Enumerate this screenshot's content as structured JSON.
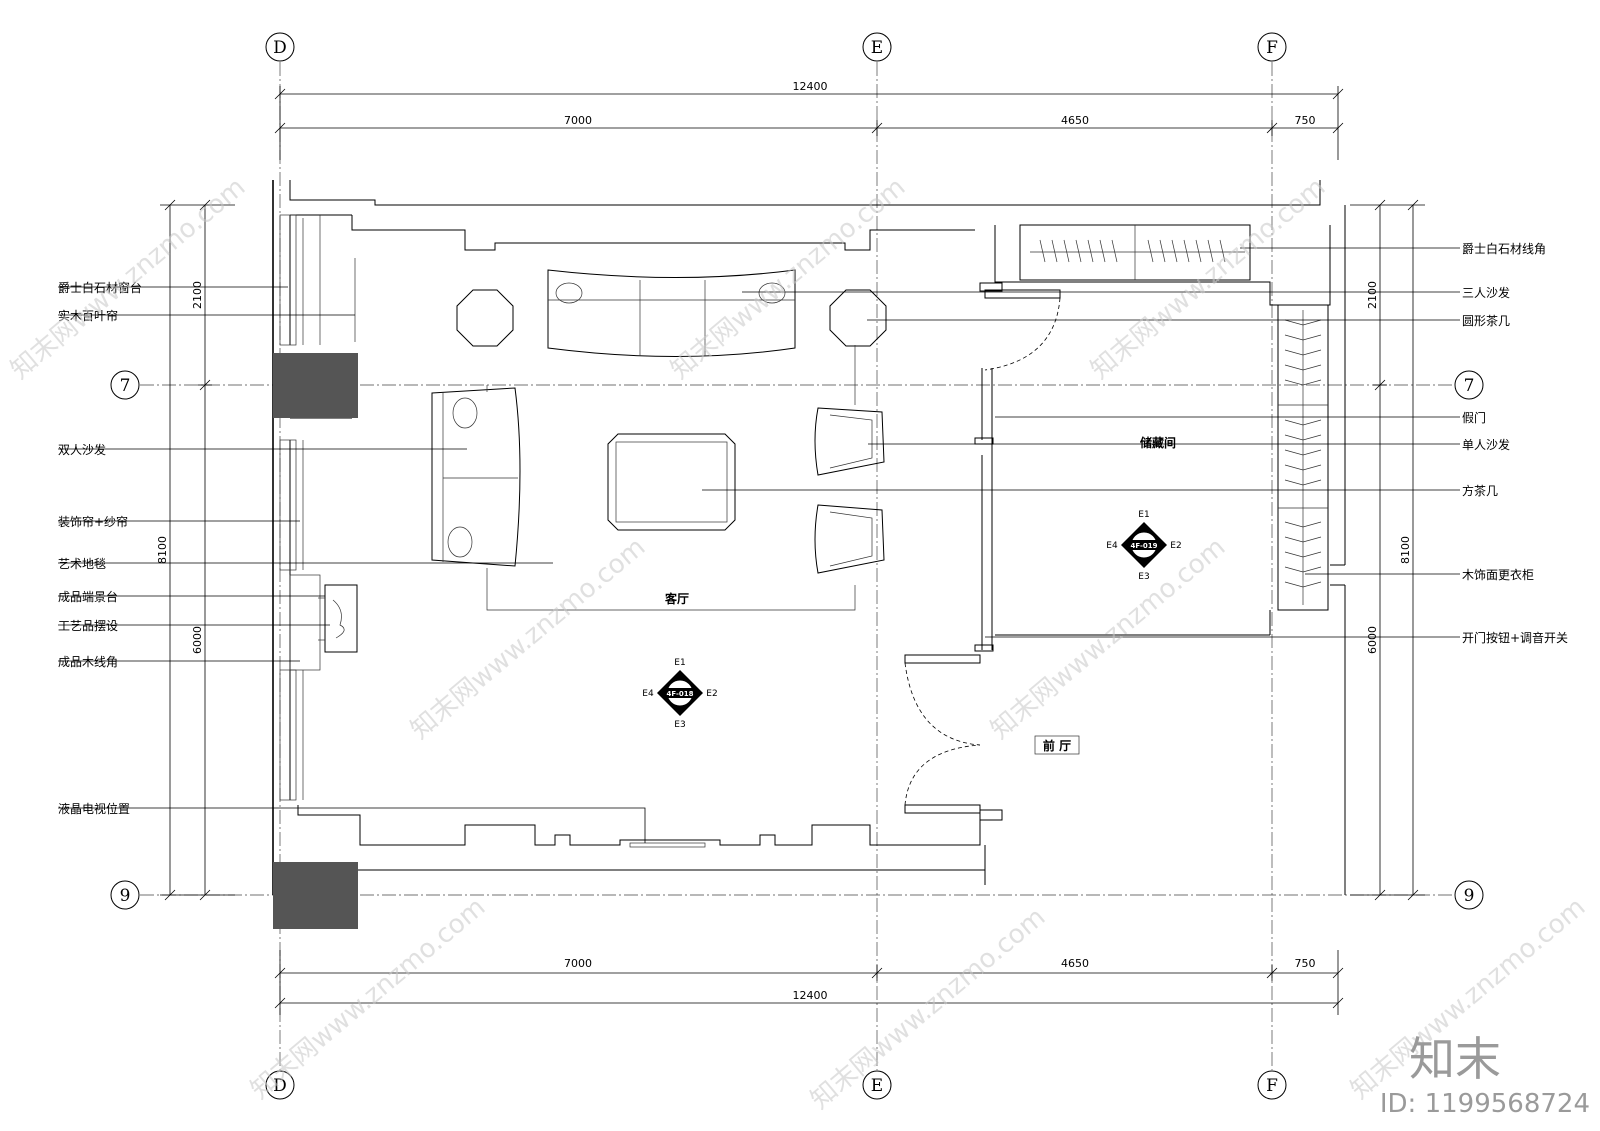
{
  "axes": {
    "vertical": [
      "D",
      "E",
      "F"
    ],
    "horizontal": [
      "7",
      "9"
    ]
  },
  "dimensions": {
    "top_total": "12400",
    "top_segments": [
      "7000",
      "4650",
      "750"
    ],
    "bottom_total": "12400",
    "bottom_segments": [
      "7000",
      "4650",
      "750"
    ],
    "left_outer": "8100",
    "left_inner": [
      "2100",
      "6000"
    ],
    "right_outer": "8100",
    "right_inner": [
      "2100",
      "6000"
    ]
  },
  "labels_left": [
    "爵士白石材窗台",
    "实木百叶帘",
    "双人沙发",
    "装饰帘+纱帘",
    "艺术地毯",
    "成品端景台",
    "工艺品摆设",
    "成品木线角",
    "液晶电视位置"
  ],
  "labels_right": [
    "爵士白石材线角",
    "三人沙发",
    "圆形茶几",
    "假门",
    "单人沙发",
    "方茶几",
    "木饰面更衣柜",
    "开门按钮+调音开关"
  ],
  "rooms": {
    "living": "客厅",
    "storage": "储藏间",
    "foyer": "前 厅"
  },
  "elevation_markers": [
    {
      "code": "4F-018",
      "n": "E1",
      "e": "E2",
      "s": "E3",
      "w": "E4"
    },
    {
      "code": "4F-019",
      "n": "E1",
      "e": "E2",
      "s": "E3",
      "w": "E4"
    }
  ],
  "watermark": {
    "text": "知末网www.znzmo.com",
    "logo": "知末",
    "id": "ID: 1199568724"
  },
  "colors": {
    "line": "#000000",
    "column_fill": "#555555",
    "watermark": "#c8c8c8"
  }
}
